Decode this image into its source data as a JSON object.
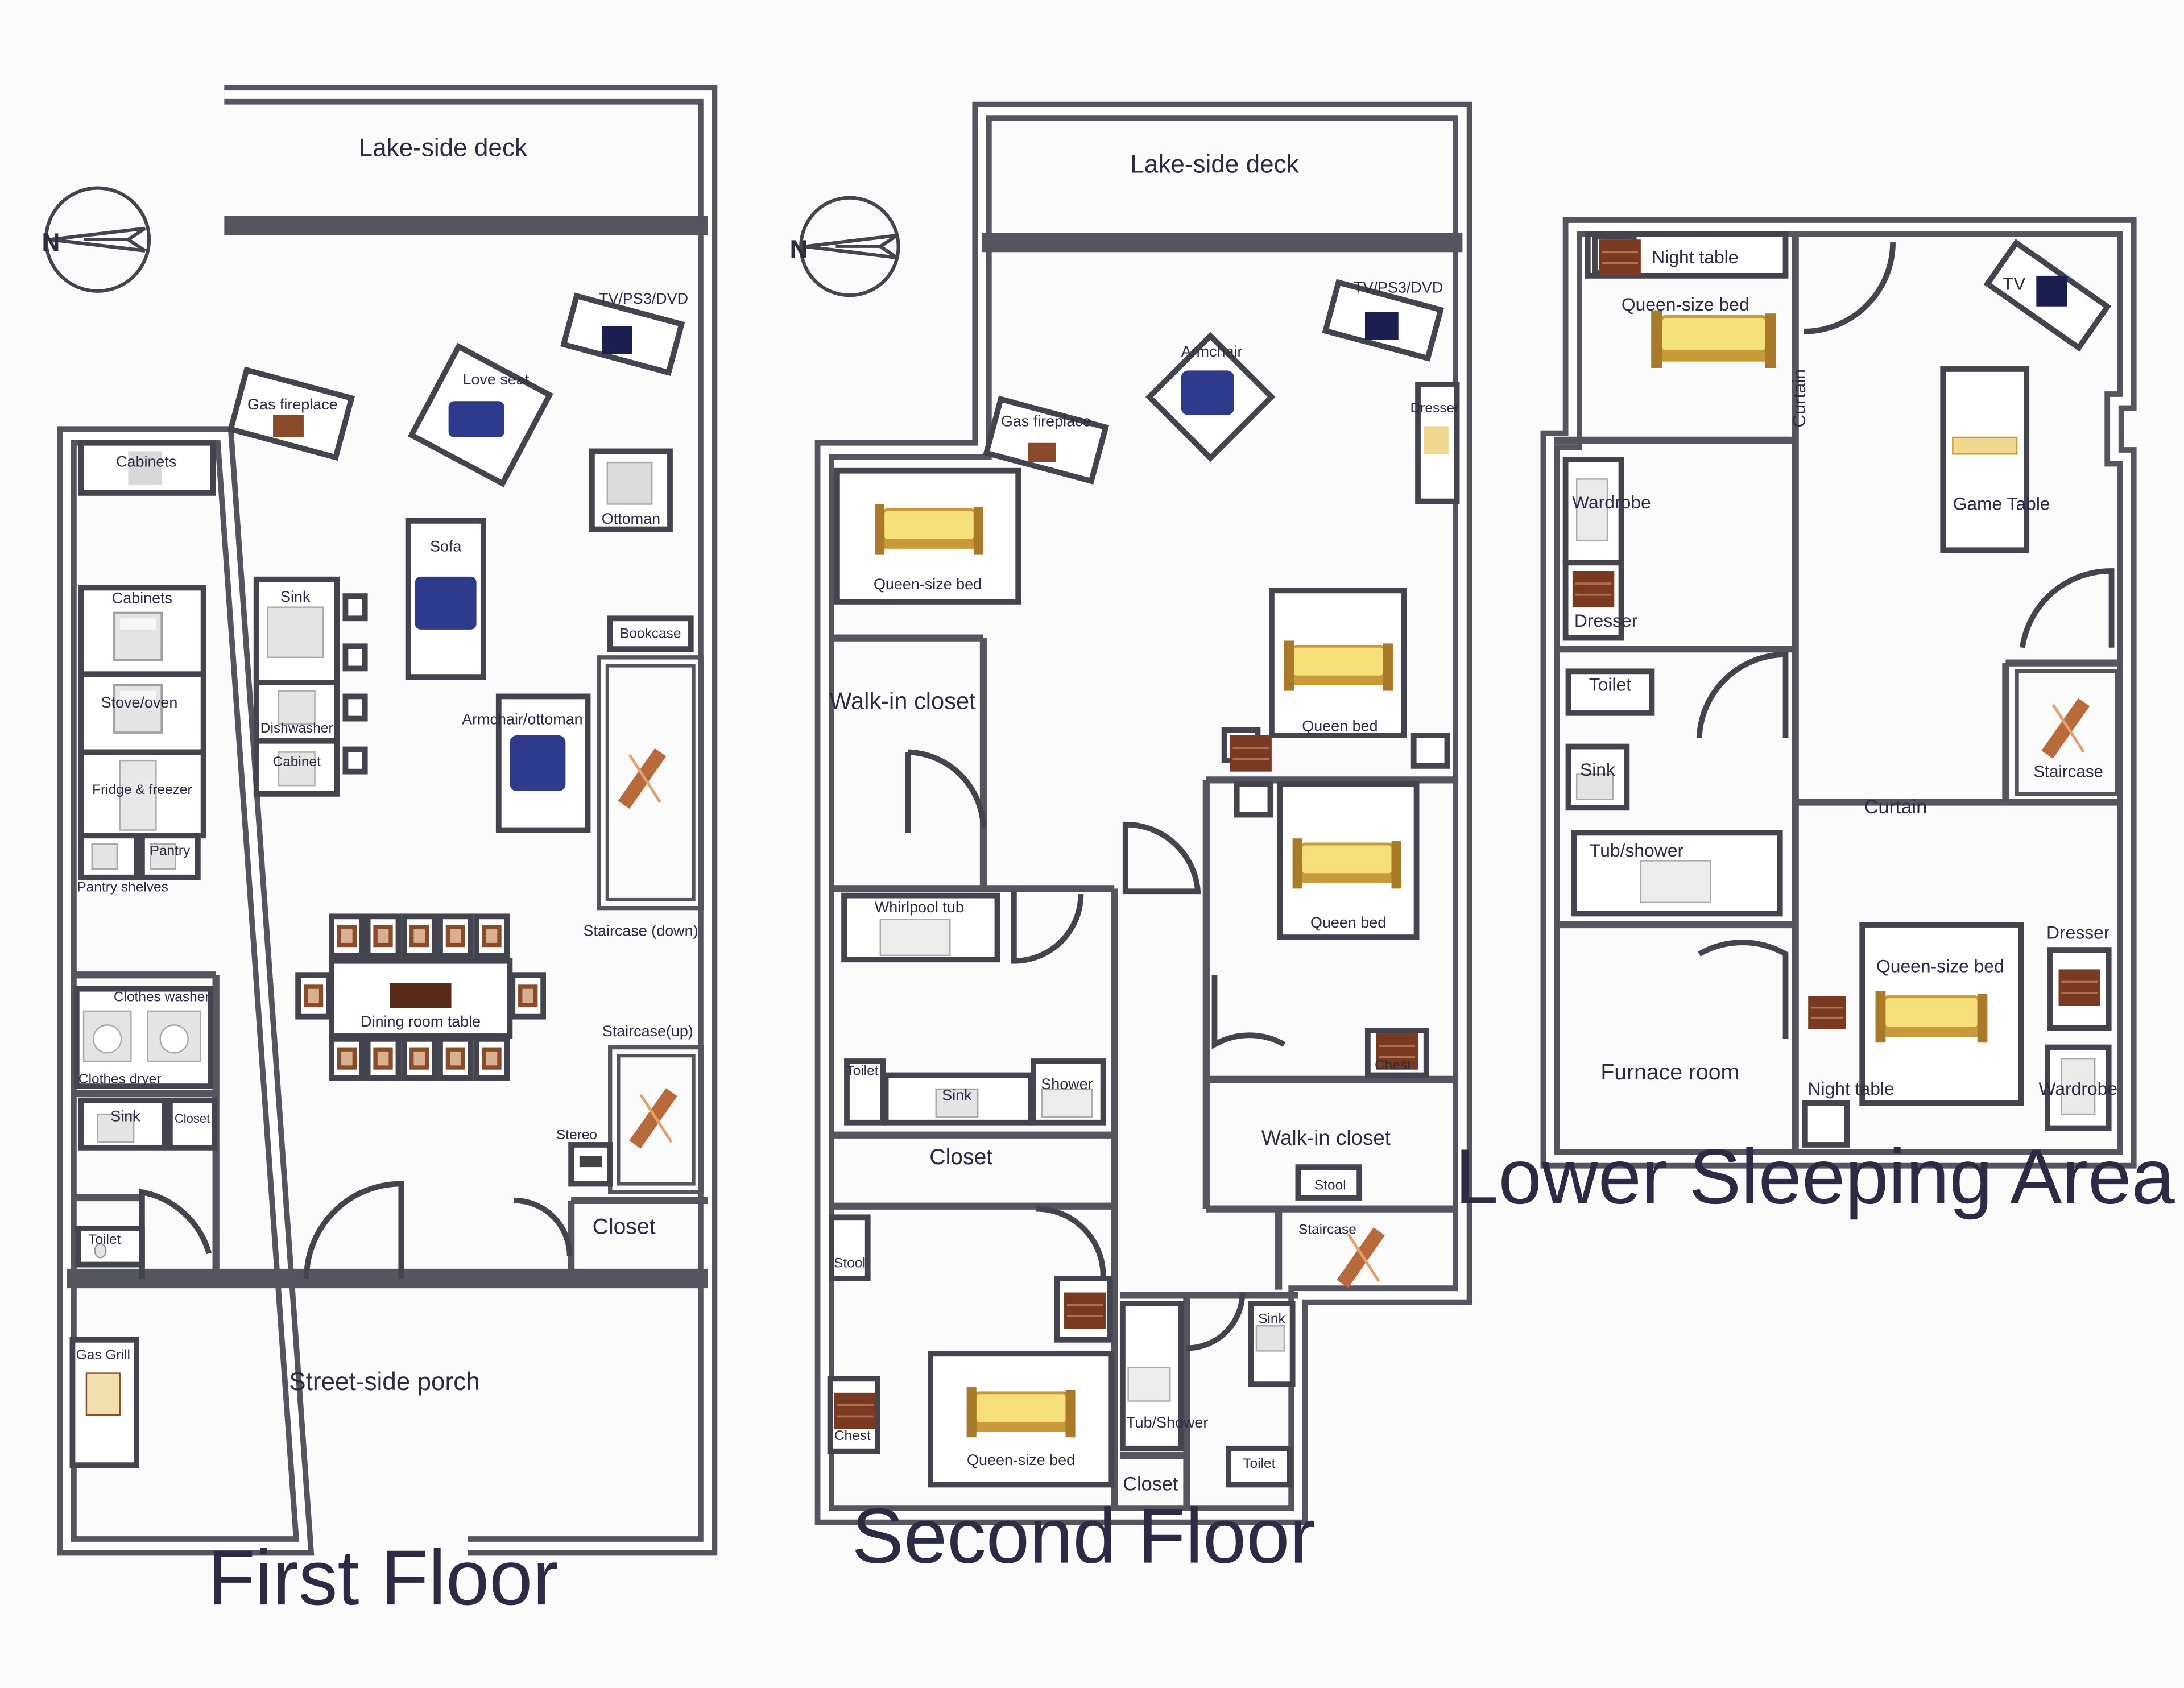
{
  "titles": {
    "first_floor": "First Floor",
    "second_floor": "Second Floor",
    "lower_sleeping": "Lower Sleeping Area"
  },
  "compass": {
    "north_letter": "N"
  },
  "first_floor": {
    "lake_deck": "Lake-side deck",
    "tv": "TV/PS3/DVD",
    "gas_fireplace": "Gas fireplace",
    "love_seat": "Love seat",
    "cabinets_top": "Cabinets",
    "ottoman": "Ottoman",
    "cabinets": "Cabinets",
    "sink": "Sink",
    "sofa": "Sofa",
    "bookcase": "Bookcase",
    "stove": "Stove/oven",
    "dishwasher": "Dishwasher",
    "cabinet": "Cabinet",
    "armchair_ottoman": "Armchair/ottoman",
    "fridge": "Fridge & freezer",
    "pantry": "Pantry",
    "pantry_shelves": "Pantry shelves",
    "staircase_down": "Staircase (down)",
    "clothes_washer": "Clothes washer",
    "dining_table": "Dining room table",
    "clothes_dryer": "Clothes dryer",
    "staircase_up": "Staircase(up)",
    "bath_sink": "Sink",
    "closet_small": "Closet",
    "stereo": "Stereo",
    "closet": "Closet",
    "toilet": "Toilet",
    "gas_grill": "Gas Grill",
    "street_porch": "Street-side porch"
  },
  "second_floor": {
    "lake_deck": "Lake-side deck",
    "tv": "TV/PS3/DVD",
    "armchair": "Armchair",
    "dresser": "Dresser",
    "gas_fireplace": "Gas fireplace",
    "queen_bed_1": "Queen-size bed",
    "walkin_closet_1": "Walk-in closet",
    "queen_bed_2": "Queen bed",
    "queen_bed_3": "Queen bed",
    "whirlpool": "Whirlpool tub",
    "toilet_1": "Toilet",
    "sink_1": "Sink",
    "shower": "Shower",
    "chest_1": "Chest",
    "closet_1": "Closet",
    "walkin_closet_2": "Walk-in closet",
    "stool_1": "Stool",
    "staircase": "Staircase",
    "stool_2": "Stool",
    "sink_2": "Sink",
    "chest_2": "Chest",
    "tub_shower": "Tub/Shower",
    "queen_bed_4": "Queen-size bed",
    "toilet_2": "Toilet",
    "closet_2": "Closet"
  },
  "lower_area": {
    "night_table_1": "Night table",
    "tv": "TV",
    "queen_bed_1": "Queen-size bed",
    "curtain_1": "Curtain",
    "wardrobe_1": "Wardrobe",
    "game_table": "Game Table",
    "dresser_1": "Dresser",
    "toilet": "Toilet",
    "sink": "Sink",
    "staircase": "Staircase",
    "curtain_2": "Curtain",
    "tub_shower": "Tub/shower",
    "dresser_2": "Dresser",
    "queen_bed_2": "Queen-size bed",
    "furnace": "Furnace room",
    "night_table_2": "Night table",
    "wardrobe_2": "Wardrobe"
  },
  "colors": {
    "wall": "#55555f",
    "text": "#2b2b45",
    "sofa_blue": "#2e3a8c",
    "bed_frame": "#c89a3a",
    "bed_mattress": "#f5e07a",
    "wood_brown": "#7a3a22",
    "appliance": "#e2e2e2"
  }
}
